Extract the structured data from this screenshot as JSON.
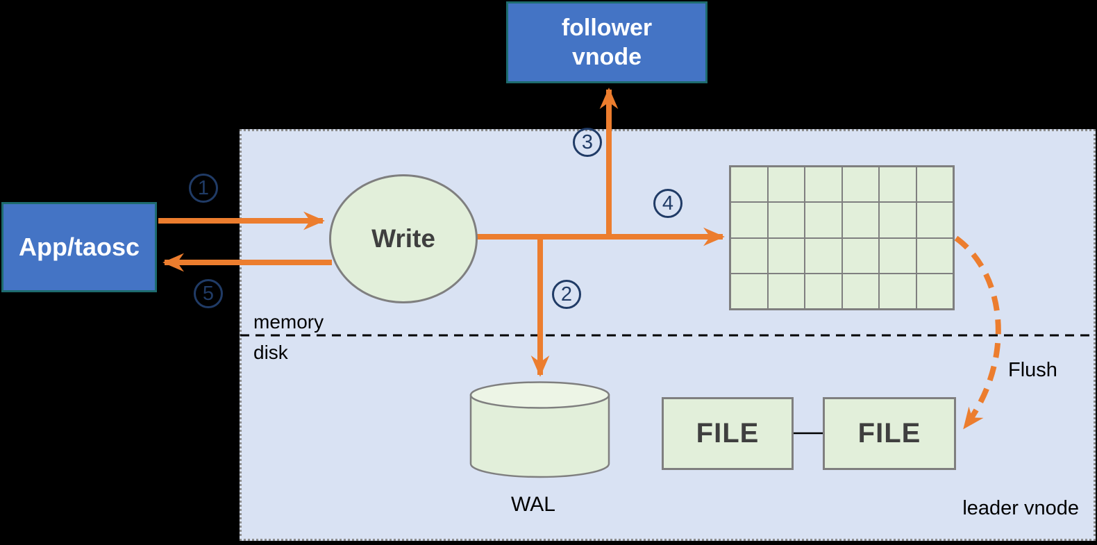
{
  "panel": {
    "leader_label": "leader vnode",
    "memory_label": "memory",
    "disk_label": "disk"
  },
  "nodes": {
    "app": {
      "label": "App/taosc"
    },
    "follower": {
      "line1": "follower",
      "line2": "vnode"
    },
    "write": {
      "label": "Write"
    },
    "wal": {
      "label": "WAL"
    },
    "file_left": {
      "label": "FILE"
    },
    "file_right": {
      "label": "FILE"
    }
  },
  "flow": {
    "steps": [
      "1",
      "2",
      "3",
      "4",
      "5"
    ],
    "flush_label": "Flush"
  },
  "memtable_grid": {
    "rows": 4,
    "cols": 6
  },
  "colors": {
    "background": "#000000",
    "panel_fill": "#D9E2F3",
    "panel_border": "#8C8C8C",
    "arrow_orange": "#EC7D2E",
    "blue_node_fill": "#4474C5",
    "blue_node_border": "#1E6B6E",
    "green_shape_fill": "#E2EFDA",
    "cylinder_top_fill": "#EDF5E6",
    "shape_border_gray": "#7F7F7F",
    "step_badge_navy": "#203B66",
    "divider_black": "#000000",
    "dark_text": "#3F3F3F",
    "white_text": "#FFFFFF"
  }
}
